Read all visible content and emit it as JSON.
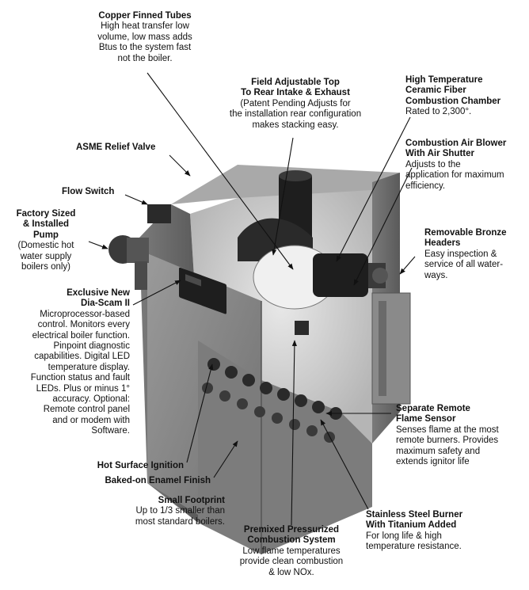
{
  "callouts": {
    "copper_tubes": {
      "title": "Copper Finned Tubes",
      "desc": [
        "High heat transfer low",
        "volume, low mass adds",
        "Btus to the system fast",
        "not the boiler."
      ]
    },
    "field_adjustable": {
      "title": [
        "Field Adjustable Top",
        "To Rear Intake & Exhaust"
      ],
      "desc": [
        "(Patent Pending Adjusts for",
        "the installation rear configuration",
        "makes stacking easy."
      ]
    },
    "ceramic_chamber": {
      "title": [
        "High Temperature",
        "Ceramic Fiber",
        "Combustion Chamber"
      ],
      "desc": [
        "Rated to 2,300°."
      ]
    },
    "air_blower": {
      "title": [
        "Combustion Air Blower",
        "With Air Shutter"
      ],
      "desc": [
        "Adjusts to the",
        "application for maximum",
        "efficiency."
      ]
    },
    "asme_valve": {
      "title": "ASME Relief Valve"
    },
    "flow_switch": {
      "title": "Flow Switch"
    },
    "pump": {
      "title": [
        "Factory Sized",
        "& Installed",
        "Pump"
      ],
      "desc": [
        "(Domestic hot",
        "water supply",
        "boilers only)"
      ]
    },
    "bronze_headers": {
      "title": [
        "Removable Bronze",
        "Headers"
      ],
      "desc": [
        "Easy inspection &",
        "service of all water-",
        "ways."
      ]
    },
    "dia_scam": {
      "title": [
        "Exclusive New",
        "Dia-Scam II"
      ],
      "desc": [
        "Microprocessor-based",
        "control. Monitors every",
        "electrical boiler function.",
        "Pinpoint diagnostic",
        "capabilities. Digital LED",
        "temperature display.",
        "Function status and fault",
        "LEDs. Plus or minus 1°",
        "accuracy. Optional:",
        "Remote control panel",
        "and or modem with",
        "Software."
      ]
    },
    "flame_sensor": {
      "title": [
        "Separate Remote",
        "Flame Sensor"
      ],
      "desc": [
        "Senses flame at the most",
        "remote burners. Provides",
        "maximum safety and",
        "extends ignitor life"
      ]
    },
    "hot_surface": {
      "title": "Hot Surface Ignition"
    },
    "enamel": {
      "title": "Baked-on Enamel Finish"
    },
    "footprint": {
      "title": "Small Footprint",
      "desc": [
        "Up to 1/3 smaller than",
        "most standard boilers."
      ]
    },
    "stainless_burner": {
      "title": [
        "Stainless Steel Burner",
        "With Titanium Added"
      ],
      "desc": [
        "For long life & high",
        "temperature resistance."
      ]
    },
    "premixed": {
      "title": [
        "Premixed Pressurized",
        "Combustion System"
      ],
      "desc": [
        "Low flame temperatures",
        "provide clean combustion",
        "& low NOx."
      ]
    }
  },
  "colors": {
    "cabinet_front": "#8c8c8c",
    "cabinet_side": "#6a6a6a",
    "cabinet_top": "#a9a9a9",
    "interior": "#d6d6d6",
    "dark_parts": "#1e1e1e",
    "leader_line": "#111111"
  }
}
